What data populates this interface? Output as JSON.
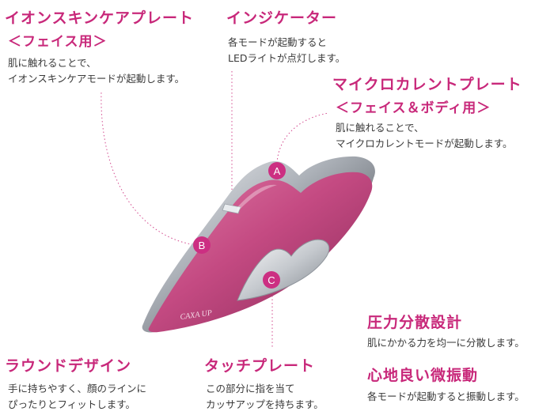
{
  "sections": {
    "ion_skincare": {
      "title": "イオンスキンケアプレート",
      "subtitle": "＜フェイス用＞",
      "desc_lines": [
        "肌に触れることで、",
        "イオンスキンケアモードが起動します。"
      ]
    },
    "indicator": {
      "title": "インジケーター",
      "desc_lines": [
        "各モードが起動すると",
        "LEDライトが点灯します。"
      ]
    },
    "microcurrent": {
      "title": "マイクロカレントプレート",
      "subtitle": "＜フェイス＆ボディ用＞",
      "desc_lines": [
        "肌に触れることで、",
        "マイクロカレントモードが起動します。"
      ]
    },
    "pressure": {
      "title": "圧力分散設計",
      "desc_lines": [
        "肌にかかる力を均一に分散します。"
      ]
    },
    "vibration": {
      "title": "心地良い微振動",
      "desc_lines": [
        "各モードが起動すると振動します。"
      ]
    },
    "round_design": {
      "title": "ラウンドデザイン",
      "desc_lines": [
        "手に持ちやすく、顔のラインに",
        "ぴったりとフィットします。"
      ]
    },
    "touch_plate": {
      "title": "タッチプレート",
      "desc_lines": [
        "この部分に指を当て",
        "カッサアップを持ちます。"
      ]
    }
  },
  "markers": {
    "a": "A",
    "b": "B",
    "c": "C"
  },
  "device": {
    "logo_text": "CAXA UP"
  },
  "colors": {
    "accent": "#c8287a",
    "marker": "#cc2f82",
    "body_pink": "#c8477f",
    "metal": "#b8bdc4"
  }
}
